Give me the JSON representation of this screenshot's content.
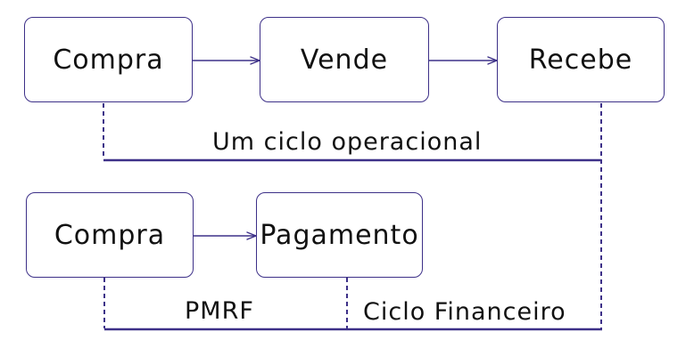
{
  "boxes": {
    "compra_1": "Compra",
    "vende": "Vende",
    "recebe": "Recebe",
    "compra_2": "Compra",
    "pagamento": "Pagamento"
  },
  "labels": {
    "ciclo_operacional": "Um ciclo operacional",
    "pmrf": "PMRF",
    "ciclo_financeiro": "Ciclo Financeiro"
  },
  "colors": {
    "line": "#3d3088",
    "text": "#111111"
  }
}
